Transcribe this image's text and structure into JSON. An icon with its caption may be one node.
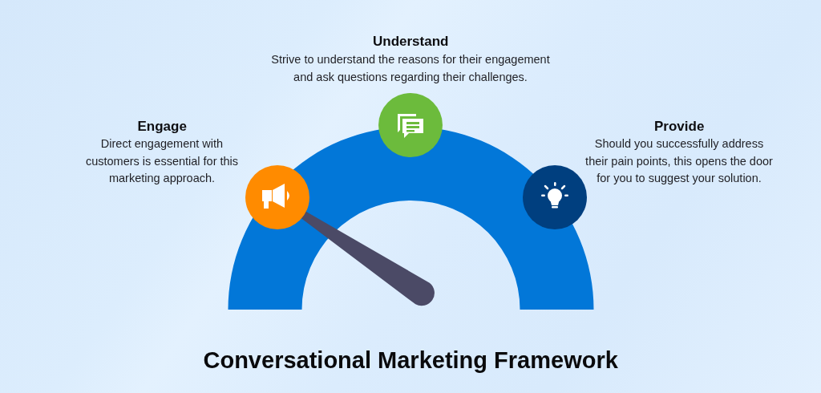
{
  "diagram": {
    "title": "Conversational Marketing Framework",
    "labels": [
      "Understand",
      "Strive to understand the reasons for their engagement and ask questions regarding their challenges.",
      "Engage",
      "Direct engagement with customers is essential for this marketing approach.",
      "Provide",
      "Should you successfully address their pain points, this opens the door for you to suggest your solution."
    ]
  }
}
